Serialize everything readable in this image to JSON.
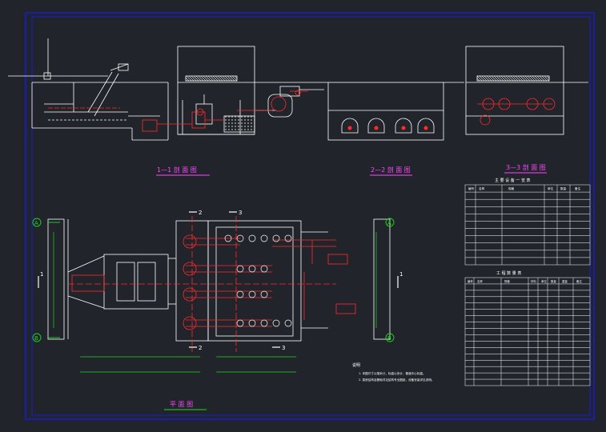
{
  "drawing": {
    "section_1_title": "1—1 剖 面 图",
    "section_2_title": "2—2 剖 面 图",
    "section_3_title": "3—3 剖 面 图",
    "plan_title": "平 面 图",
    "notes_title": "说明",
    "note_1": "1. 本图尺寸以毫米计，标高以米计，管道中心标高。",
    "note_2": "2. 泵房结构及基础详见结构专业图纸，设备安装详见说明。",
    "section_marks": [
      "1",
      "1",
      "2",
      "2",
      "3",
      "3"
    ],
    "axis_marks": [
      "A",
      "B",
      "A",
      "B"
    ]
  },
  "colors": {
    "background": "#21252b",
    "frame": "#1a1ad6",
    "lines": "#ffffff",
    "pipes": "#ff2a2a",
    "dims": "#1fd61f",
    "section_titles": "#ff44ff",
    "text": "#ffff66"
  },
  "tables": {
    "equipment_title": "主 要 设 备 一 览 表",
    "equipment_headers": [
      "编号",
      "名称",
      "规格",
      "单位",
      "数量",
      "备注"
    ],
    "material_title": "工 程 数 量 表",
    "material_headers": [
      "编号",
      "名称",
      "规格",
      "材料",
      "单位",
      "数量",
      "重量",
      "备注"
    ]
  }
}
